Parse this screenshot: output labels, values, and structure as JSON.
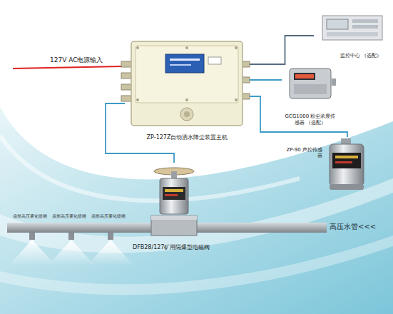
{
  "diagram": {
    "nodes": [
      {
        "text": [
          "ZP-127Z自动洒水降尘装置主机"
        ]
      },
      {
        "text": [
          "监控中心 （选配）"
        ]
      },
      {
        "text": [
          "GCG1000 粉尘浓度传感器 （选配）"
        ]
      },
      {
        "text": [
          "ZP-90 声控传感器"
        ]
      },
      {
        "text": [
          "DFB28/127矿用隔爆型电磁阀"
        ]
      }
    ],
    "edges": [
      {
        "from": 0,
        "to": 1,
        "arrow": "none"
      },
      {
        "from": 0,
        "to": 2,
        "arrow": "none"
      },
      {
        "from": 0,
        "to": 3,
        "arrow": "none"
      },
      {
        "from": 0,
        "to": 4,
        "arrow": "none"
      }
    ],
    "labels": [
      "127V AC电源输入",
      "扇形高压雾化喷嘴",
      "扇形高压雾化喷嘴",
      "扇形高压雾化喷嘴",
      "高压水管<<<"
    ]
  }
}
